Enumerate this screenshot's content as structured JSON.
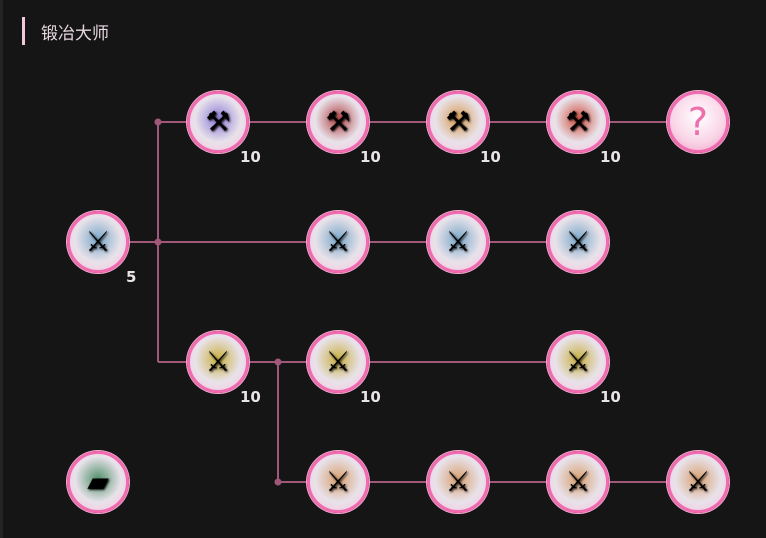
{
  "title": "锻冶大师",
  "colors": {
    "line": "#a0587a",
    "ring": "#f06bb0"
  },
  "nodes": [
    {
      "id": "anvil-purple",
      "icon": "anvil-icon",
      "glyph": "⚒",
      "tint": "#8a78d8",
      "level": "10"
    },
    {
      "id": "anvil-red",
      "icon": "anvil-icon",
      "glyph": "⚒",
      "tint": "#b04040",
      "level": "10"
    },
    {
      "id": "anvil-orange",
      "icon": "anvil-icon",
      "glyph": "⚒",
      "tint": "#d89a50",
      "level": "10"
    },
    {
      "id": "anvil-gold",
      "icon": "anvil-icon",
      "glyph": "⚒",
      "tint": "#d04a3a",
      "level": "10"
    },
    {
      "id": "unknown",
      "icon": "question-icon",
      "glyph": "?",
      "tint": "",
      "level": ""
    },
    {
      "id": "armor-upgrade-root",
      "icon": "armor-sword-icon",
      "glyph": "⚔",
      "tint": "#7aa8c8",
      "level": "5"
    },
    {
      "id": "armor-upgrade-2",
      "icon": "armor-sword-icon",
      "glyph": "⚔",
      "tint": "#7aa8c8",
      "level": ""
    },
    {
      "id": "armor-upgrade-3",
      "icon": "armor-sword-icon",
      "glyph": "⚔",
      "tint": "#7aa8c8",
      "level": ""
    },
    {
      "id": "armor-upgrade-4",
      "icon": "armor-sword-icon",
      "glyph": "⚔",
      "tint": "#7aa8c8",
      "level": ""
    },
    {
      "id": "armor-hammer-1",
      "icon": "armor-hammer-icon",
      "glyph": "⚔",
      "tint": "#c8b040",
      "level": "10"
    },
    {
      "id": "armor-hammer-2",
      "icon": "armor-hammer-icon",
      "glyph": "⚔",
      "tint": "#c8b040",
      "level": "10"
    },
    {
      "id": "armor-hammer-3",
      "icon": "armor-hammer-icon",
      "glyph": "⚔",
      "tint": "#c8b040",
      "level": "10"
    },
    {
      "id": "materials",
      "icon": "materials-icon",
      "glyph": "▰",
      "tint": "#50906a",
      "level": ""
    },
    {
      "id": "armor-sparkle-1",
      "icon": "armor-sparkle-icon",
      "glyph": "⚔",
      "tint": "#d8a070",
      "level": ""
    },
    {
      "id": "armor-sparkle-2",
      "icon": "armor-sparkle-icon",
      "glyph": "⚔",
      "tint": "#d8a070",
      "level": ""
    },
    {
      "id": "armor-sparkle-3",
      "icon": "armor-sparkle-icon",
      "glyph": "⚔",
      "tint": "#d8a070",
      "level": ""
    },
    {
      "id": "armor-sparkle-4",
      "icon": "armor-sparkle-icon",
      "glyph": "⚔",
      "tint": "#d8a070",
      "level": ""
    }
  ]
}
